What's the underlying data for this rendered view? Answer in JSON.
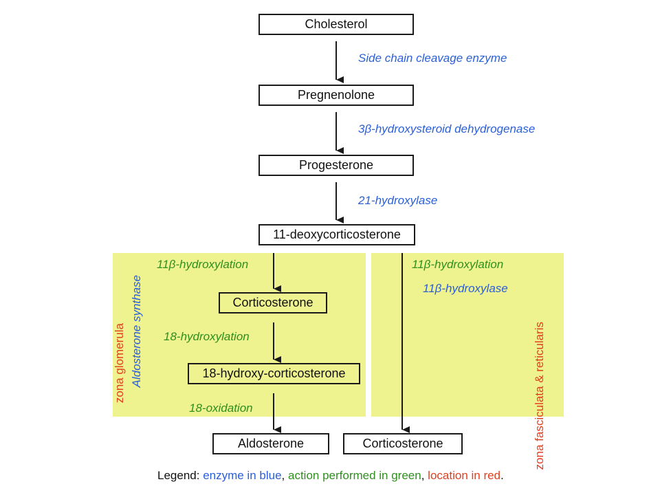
{
  "nodes": {
    "cholesterol": "Cholesterol",
    "pregnenolone": "Pregnenolone",
    "progesterone": "Progesterone",
    "deoxycorticosterone": "11-deoxycorticosterone",
    "corticosterone_glom": "Corticosterone",
    "hydroxy_corticosterone": "18-hydroxy-corticosterone",
    "aldosterone": "Aldosterone",
    "corticosterone_final": "Corticosterone"
  },
  "enzymes": {
    "side_chain": "Side chain cleavage enzyme",
    "hsd": "3β-hydroxysteroid dehydrogenase",
    "hydroxylase21": "21-hydroxylase",
    "aldosterone_synthase": "Aldosterone synthase",
    "hydroxylase11b": "11β-hydroxylase"
  },
  "actions": {
    "glom_11b": "11β-hydroxylation",
    "glom_18h": "18-hydroxylation",
    "glom_18o": "18-oxidation",
    "fasc_11b": "11β-hydroxylation"
  },
  "locations": {
    "glomerula": "zona glomerula",
    "fasciculata": "zona fasciculata & reticularis"
  },
  "legend": {
    "prefix": "Legend: ",
    "blue_text": "enzyme in blue",
    "sep1": ", ",
    "green_text": "action performed in green",
    "sep2": ", ",
    "red_text": "location in red",
    "suffix": "."
  },
  "colors": {
    "enzyme": "#2a5fd8",
    "action": "#2f8f1f",
    "location": "#e0401e",
    "zone_fill": "#eef28f"
  }
}
